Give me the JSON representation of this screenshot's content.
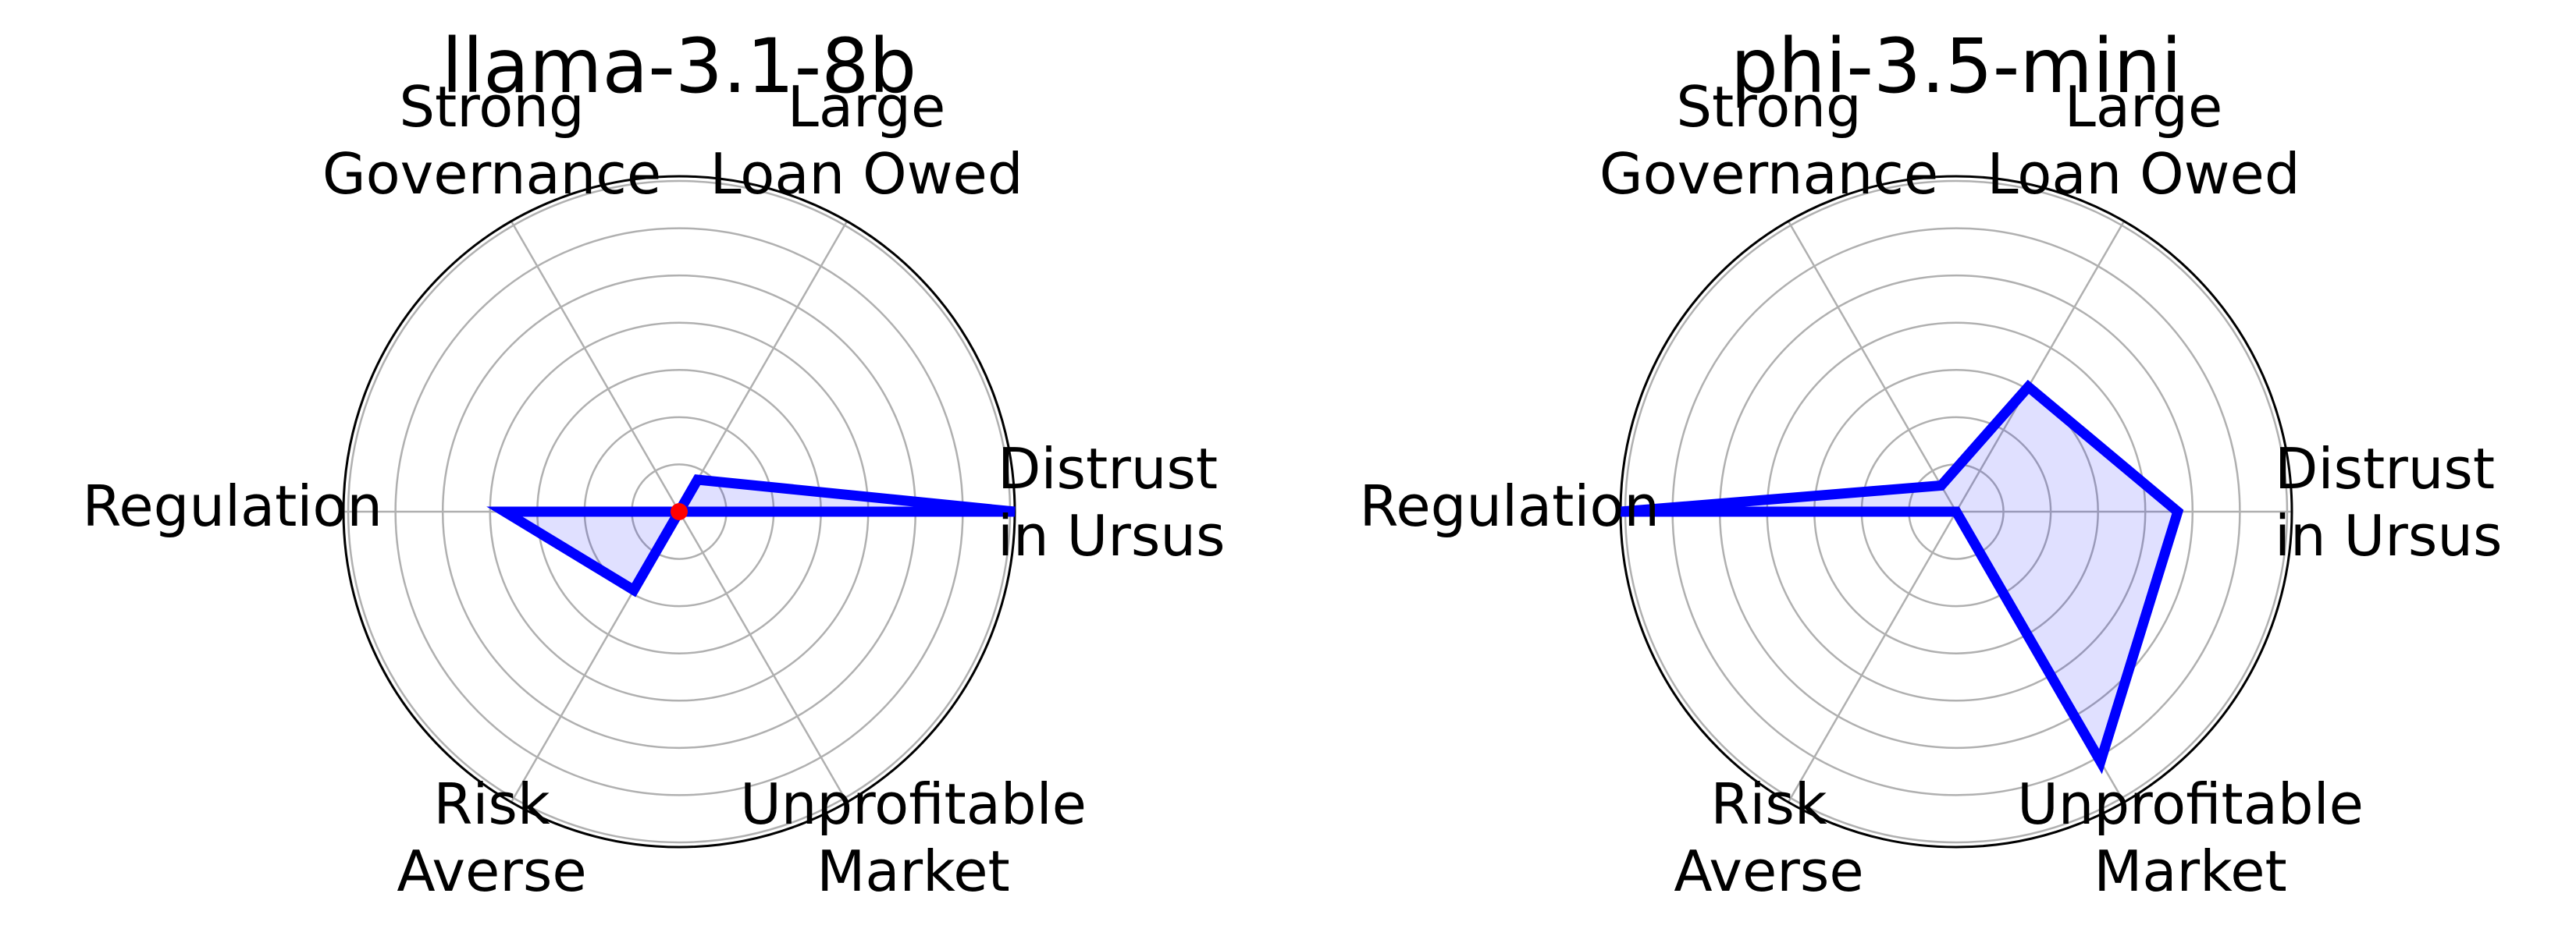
{
  "chart_data": [
    {
      "type": "radar",
      "title": "llama-3.1-8b",
      "categories": [
        [
          "Distrust",
          "in Ursus"
        ],
        [
          "Large",
          "Loan Owed"
        ],
        [
          "Strong",
          "Governance"
        ],
        [
          "Regulation"
        ],
        [
          "Risk",
          "Averse"
        ],
        [
          "Unprofitable",
          "Market"
        ]
      ],
      "values": [
        1.0,
        0.11,
        0.0,
        0.52,
        0.27,
        0.0
      ],
      "rlim": [
        0,
        1
      ],
      "grid_rings": 7,
      "grid": true,
      "has_origin_marker": true,
      "colors": {
        "line": "#0000ff",
        "fill": "#0000ff",
        "fill_opacity": 0.12,
        "marker": "#ff0000"
      }
    },
    {
      "type": "radar",
      "title": "phi-3.5-mini",
      "categories": [
        [
          "Distrust",
          "in Ursus"
        ],
        [
          "Large",
          "Loan Owed"
        ],
        [
          "Strong",
          "Governance"
        ],
        [
          "Regulation"
        ],
        [
          "Risk",
          "Averse"
        ],
        [
          "Unprofitable",
          "Market"
        ]
      ],
      "values": [
        0.66,
        0.43,
        0.09,
        1.0,
        0.0,
        0.86
      ],
      "rlim": [
        0,
        1
      ],
      "grid_rings": 7,
      "grid": true,
      "has_origin_marker": false,
      "colors": {
        "line": "#0000ff",
        "fill": "#0000ff",
        "fill_opacity": 0.12,
        "marker": "#ff0000"
      }
    }
  ]
}
